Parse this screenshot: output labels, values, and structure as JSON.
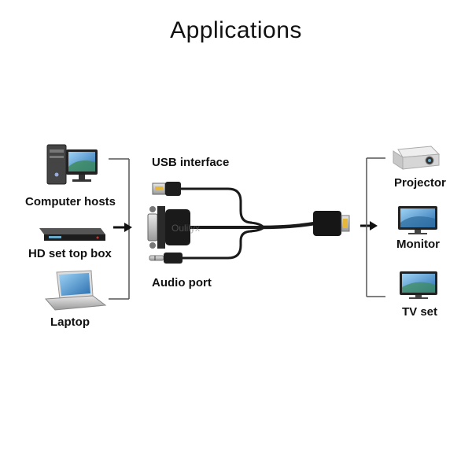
{
  "title": "Applications",
  "sources": [
    {
      "label": "Computer hosts",
      "icon": "desktop-computer-icon"
    },
    {
      "label": "HD set top box",
      "icon": "set-top-box-icon"
    },
    {
      "label": "Laptop",
      "icon": "laptop-icon"
    }
  ],
  "cable": {
    "usb_label": "USB interface",
    "audio_label": "Audio port",
    "watermark": "Oulilyx"
  },
  "displays": [
    {
      "label": "Projector",
      "icon": "projector-icon"
    },
    {
      "label": "Monitor",
      "icon": "monitor-icon"
    },
    {
      "label": "TV set",
      "icon": "tv-icon"
    }
  ],
  "colors": {
    "cable": "#1a1a1a",
    "bracket": "#555555",
    "screen": "#2a7fc0"
  }
}
